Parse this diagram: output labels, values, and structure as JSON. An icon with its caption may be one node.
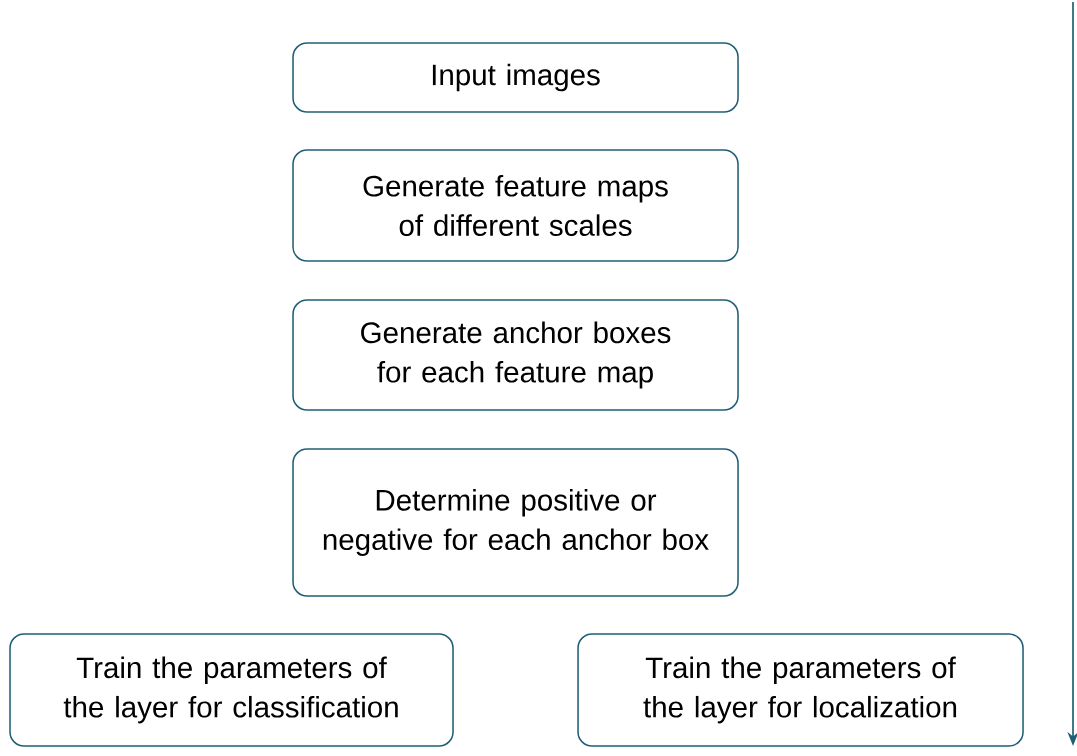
{
  "diagram": {
    "nodes": [
      {
        "text": [
          "Input images"
        ]
      },
      {
        "text": [
          "Generate feature maps of different scales"
        ]
      },
      {
        "text": [
          "Generate anchor boxes for each feature map"
        ]
      },
      {
        "text": [
          "Determine positive or negative for each anchor box"
        ]
      },
      {
        "text": [
          "Train the parameters of the layer for classification"
        ]
      },
      {
        "text": [
          "Train the parameters of the layer for localization"
        ]
      }
    ]
  }
}
